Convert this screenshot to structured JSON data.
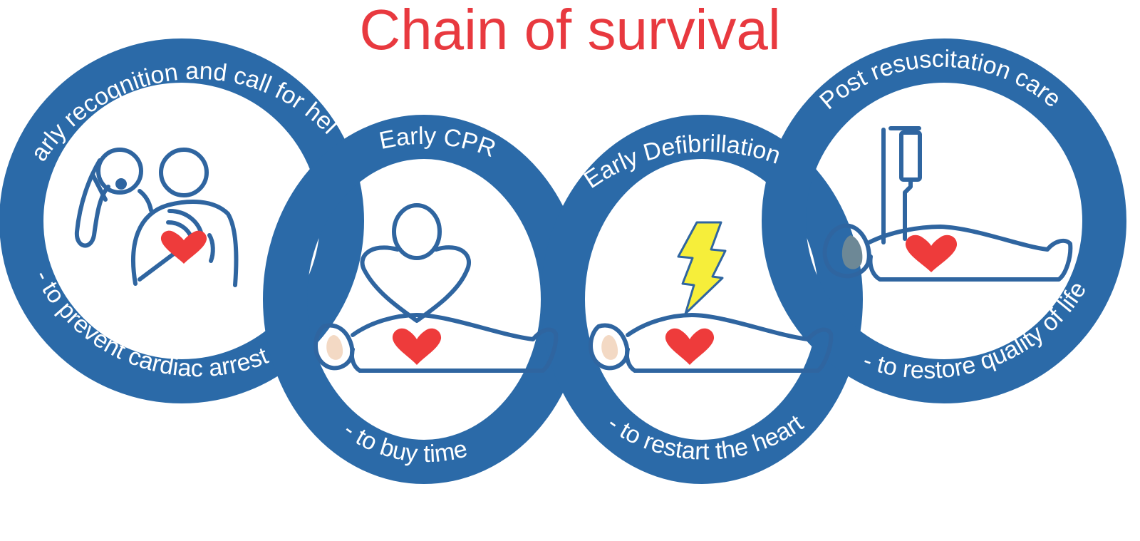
{
  "title": "Chain of survival",
  "colors": {
    "ring": "#2b6aa8",
    "outline": "#2f65a0",
    "heart": "#ee3b3b",
    "title": "#e8393f",
    "bolt": "#f6ee3a",
    "skin": "#f3d9c4",
    "head_fill": "#6d8896",
    "text": "#ffffff"
  },
  "links": [
    {
      "title": "Early recognition and call for help",
      "subtitle": "- to prevent cardiac arrest",
      "icon": "caller-icon"
    },
    {
      "title": "Early CPR",
      "subtitle": "- to buy time",
      "icon": "cpr-icon"
    },
    {
      "title": "Early Defibrillation",
      "subtitle": "- to restart the heart",
      "icon": "defibrillation-icon"
    },
    {
      "title": "Post resuscitation care",
      "subtitle": "- to restore quality of life",
      "icon": "iv-drip-icon"
    }
  ]
}
